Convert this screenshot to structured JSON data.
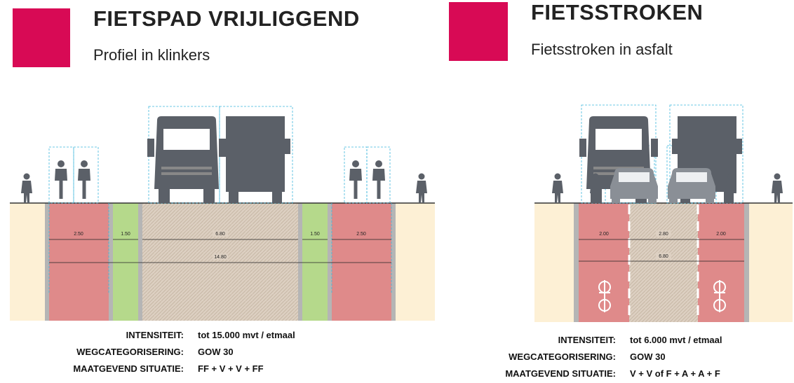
{
  "left": {
    "title": "FIETSPAD VRIJLIGGEND",
    "subtitle": "Profiel in klinkers",
    "accent": "#d80a55",
    "dimensions": {
      "fietspad_left": "2.50",
      "berm_left": "1.50",
      "rijbaan": "6.80",
      "berm_right": "1.50",
      "fietspad_right": "2.50",
      "total": "14.80"
    },
    "info": [
      {
        "label": "INTENSITEIT:",
        "value": "tot 15.000 mvt / etmaal"
      },
      {
        "label": "WEGCATEGORISERING:",
        "value": "GOW 30"
      },
      {
        "label": "MAATGEVEND SITUATIE:",
        "value": "FF + V + V + FF"
      }
    ]
  },
  "right": {
    "title": "FIETSSTROKEN",
    "subtitle": "Fietsstroken in asfalt",
    "accent": "#d80a55",
    "dimensions": {
      "strook_left": "2.00",
      "midden": "2.80",
      "strook_right": "2.00",
      "total": "6.80"
    },
    "info": [
      {
        "label": "INTENSITEIT:",
        "value": "tot 6.000 mvt / etmaal"
      },
      {
        "label": "WEGCATEGORISERING:",
        "value": "GOW 30"
      },
      {
        "label": "MAATGEVEND SITUATIE:",
        "value": "V + V of F + A + A + F"
      }
    ]
  },
  "colors": {
    "sidewalk": "#fdf0d5",
    "curb": "#b5b5b5",
    "bike_red": "#df8a8a",
    "verge_green": "#b5d98b",
    "pavers": "#ddd0c2",
    "figure": "#5b6068",
    "guide": "#3fb6dd"
  }
}
